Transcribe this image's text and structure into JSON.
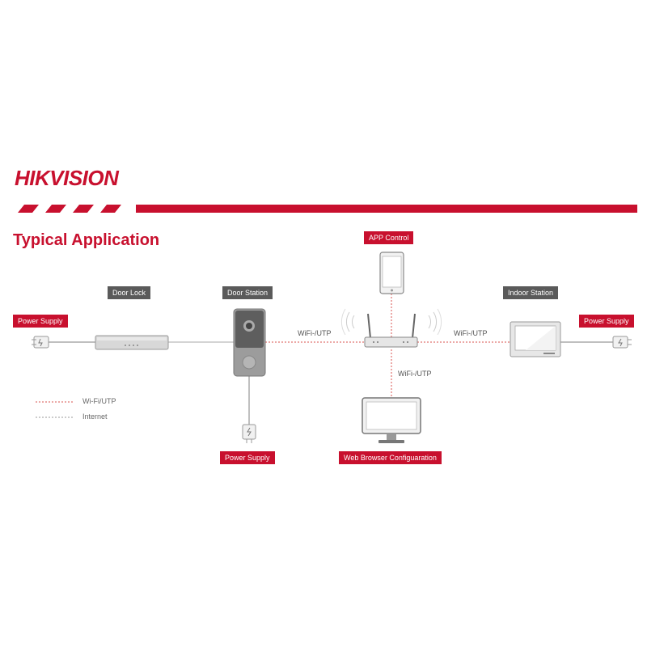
{
  "brand": {
    "logo": "HIKVISION",
    "accent": "#c8102e"
  },
  "heading": "Typical Application",
  "labels": {
    "app_control": "APP Control",
    "door_lock": "Door Lock",
    "door_station": "Door Station",
    "indoor_station": "Indoor Station",
    "power_supply_left": "Power Supply",
    "power_supply_right": "Power Supply",
    "power_supply_bottom": "Power Supply",
    "web_browser": "Web Browser Configuaration"
  },
  "links": {
    "left": "WiFi-/UTP",
    "right": "WiFi-/UTP",
    "down": "WiFi-/UTP"
  },
  "legend": {
    "wifi_utp": "Wi-Fi/UTP",
    "internet": "Internet"
  },
  "icons": [
    "plug-icon",
    "door-lock-icon",
    "door-station-icon",
    "router-icon",
    "smartphone-icon",
    "monitor-icon",
    "indoor-station-icon"
  ]
}
